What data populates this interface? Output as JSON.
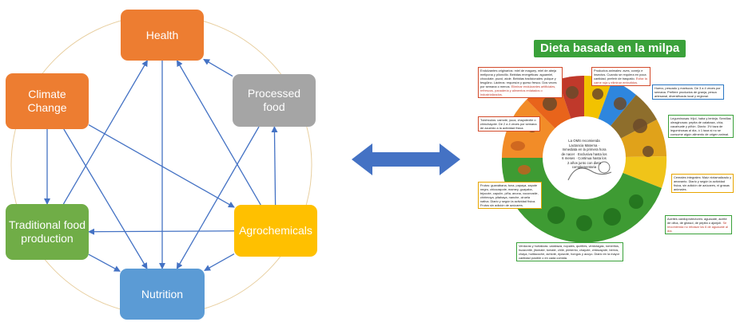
{
  "diagram": {
    "nodes": {
      "health": {
        "label": "Health",
        "color": "#ED7D31"
      },
      "climate": {
        "label": "Climate Change",
        "color": "#ED7D31"
      },
      "processed": {
        "label": "Processed food",
        "color": "#A5A5A5"
      },
      "traditional": {
        "label": "Traditional food production",
        "color": "#70AD47"
      },
      "agrochemicals": {
        "label": "Agrochemicals",
        "color": "#FFC000"
      },
      "nutrition": {
        "label": "Nutrition",
        "color": "#5B9BD5"
      }
    },
    "connector_color": "#4472C4",
    "edges": [
      [
        "climate",
        "traditional"
      ],
      [
        "climate",
        "nutrition"
      ],
      [
        "climate",
        "agrochemicals"
      ],
      [
        "traditional",
        "health"
      ],
      [
        "traditional",
        "nutrition"
      ],
      [
        "health",
        "nutrition"
      ],
      [
        "processed",
        "health"
      ],
      [
        "processed",
        "nutrition"
      ],
      [
        "agrochemicals",
        "health"
      ],
      [
        "agrochemicals",
        "traditional"
      ],
      [
        "agrochemicals",
        "processed"
      ],
      [
        "agrochemicals",
        "nutrition"
      ]
    ]
  },
  "link_arrow": {
    "color": "#4472C4",
    "direction": "bidirectional"
  },
  "milpa": {
    "title": "Dieta basada en la milpa",
    "oms_note": "La OMS recomienda Lactancia Materna · Inmediata en la primera hora de nacer · Exclusiva hasta los 6 meses · Continua hasta los 2 años junto con dieta complementaria",
    "captions": {
      "sweets": {
        "text": "Endulzantes originarios: miel de maguey, miel de abeja melipona y piloncillo. Bebidas energéticas: aguamiel, chocolate, pozol, atole. Bebidas tradicionales: pulque y tesgüino. Lácteos: requesón y queso fresco. Dos veces por semana o menos.",
        "highlight": "Eliminar endulzantes artificiales, refrescos, panadería y alimentos enlatados o industrializados."
      },
      "animal": {
        "text": "Productos animales: aves, conejo e insectos. Cuando se requiera en poca cantidad, preferir de traspatio.",
        "highlight": "Evitar la carne roja y eliminar embutidos."
      },
      "eggs": {
        "text": "Huevo, pescado y mariscos. De 3 a 4 veces por semana. Prefiere productos de granja, pesca artesanal, diversificada local y regional.",
        "highlight": ""
      },
      "tubers": {
        "text": "Tubérculos: camote, yuca, chayotextle o chinchayote. De 2 a 4 veces por semana de acuerdo a la actividad física.",
        "highlight": ""
      },
      "legumes": {
        "text": "Leguminosas: frijol, haba y lenteja. Semillas oleaginosas: pepita de calabaza, chía, cacahuate y piñón. Diario: 1½ taza de leguminosas al día, ó 1 taza si no se consume algún alimento de origen animal.",
        "highlight": ""
      },
      "fruits": {
        "text": "Frutos: guanábana, tuna, papaya, zapote negro, chicozapote, mamey, guayaba, tejocote, capulín, piña, anona, xoconostle, chirimoya, pitahaya, nanche, ciruela nativa. Diario y según la actividad física. Frutos sin adición de azúcares.",
        "highlight": ""
      },
      "cereals": {
        "text": "Cereales integrales: Maíz nixtamalizado y amaranto. Diario y según la actividad física, sin adición de azúcares, ni grasas animales.",
        "highlight": ""
      },
      "oils": {
        "text": "Aceites cardioprotectores: aguacate, aceite de oliva, de girasol, de pepita o ajonjolí.",
        "highlight": "Se recomienda no rebasar los 6 de aguacate al día."
      },
      "vegetables": {
        "text": "Verduras y hortalizas: calabaza, nopales, quelites, verdolagas, romeritos, huazontle, jitomate, tomate, chile, pimiento, chayote, chilacayote, berros, chaya, huitlacoche, achiote, epazote, hongos y acuyo. Diario en la mayor cantidad posible o en cada comida.",
        "highlight": ""
      }
    }
  }
}
